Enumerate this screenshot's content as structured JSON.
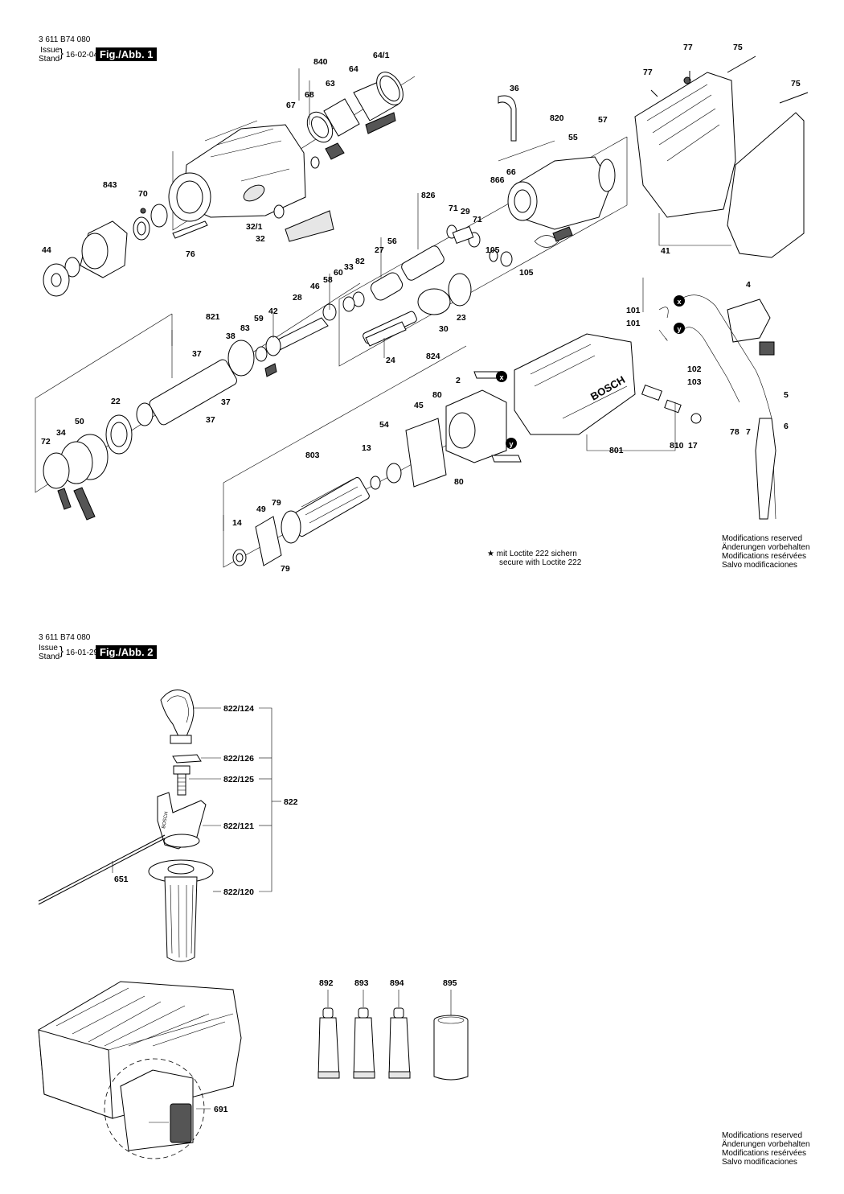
{
  "fig1": {
    "part_number": "3 611 B74 080",
    "issue_label": "Issue",
    "stand_label": "Stand",
    "date": "16-02-04",
    "badge": "Fig./Abb. 1",
    "loctite_line1": "mit Loctite 222 sichern",
    "loctite_line2": "secure with Loctite 222",
    "modifications": [
      "Modifications reserved",
      "Änderungen vorbehalten",
      "Modifications resérvées",
      "Salvo modificaciones"
    ],
    "labels": {
      "l840": "840",
      "l641": "64/1",
      "l64": "64",
      "l63": "63",
      "l68": "68",
      "l67": "67",
      "l843": "843",
      "l70": "70",
      "l44": "44",
      "l321": "32/1",
      "l32": "32",
      "l76": "76",
      "l36": "36",
      "l820": "820",
      "l55": "55",
      "l57": "57",
      "l866": "866",
      "l66": "66",
      "l826": "826",
      "l71a": "71",
      "l29": "29",
      "l71b": "71",
      "l105a": "105",
      "l105b": "105",
      "l77a": "77",
      "l75a": "75",
      "l77b": "77",
      "l75b": "75",
      "l41": "41",
      "l27": "27",
      "l56": "56",
      "l82": "82",
      "l33": "33",
      "l60": "60",
      "l58": "58",
      "l46": "46",
      "l28": "28",
      "l42": "42",
      "l59": "59",
      "l83": "83",
      "l38": "38",
      "l821": "821",
      "l37a": "37",
      "l37b": "37",
      "l37c": "37",
      "l22": "22",
      "l34": "34",
      "l50": "50",
      "l72": "72",
      "l24": "24",
      "l824": "824",
      "l30": "30",
      "l23": "23",
      "l4": "4",
      "l101a": "101",
      "l101b": "101",
      "l102": "102",
      "l103": "103",
      "l5": "5",
      "l78": "78",
      "l7": "7",
      "l6": "6",
      "l2": "2",
      "l80a": "80",
      "l45": "45",
      "l54": "54",
      "l80b": "80",
      "l801": "801",
      "l810": "810",
      "l17": "17",
      "l803": "803",
      "l13": "13",
      "l14": "14",
      "l49": "49",
      "l79a": "79",
      "l79b": "79"
    },
    "markers": {
      "x": "x",
      "y": "y",
      "brand": "BOSCH"
    }
  },
  "fig2": {
    "part_number": "3 611 B74 080",
    "issue_label": "Issue",
    "stand_label": "Stand",
    "date": "16-01-29",
    "badge": "Fig./Abb. 2",
    "modifications": [
      "Modifications reserved",
      "Änderungen vorbehalten",
      "Modifications resérvées",
      "Salvo modificaciones"
    ],
    "labels": {
      "l822_124": "822/124",
      "l822_126": "822/126",
      "l822_125": "822/125",
      "l822": "822",
      "l822_121": "822/121",
      "l651": "651",
      "l822_120": "822/120",
      "l892": "892",
      "l893": "893",
      "l894": "894",
      "l895": "895",
      "l691": "691"
    }
  }
}
